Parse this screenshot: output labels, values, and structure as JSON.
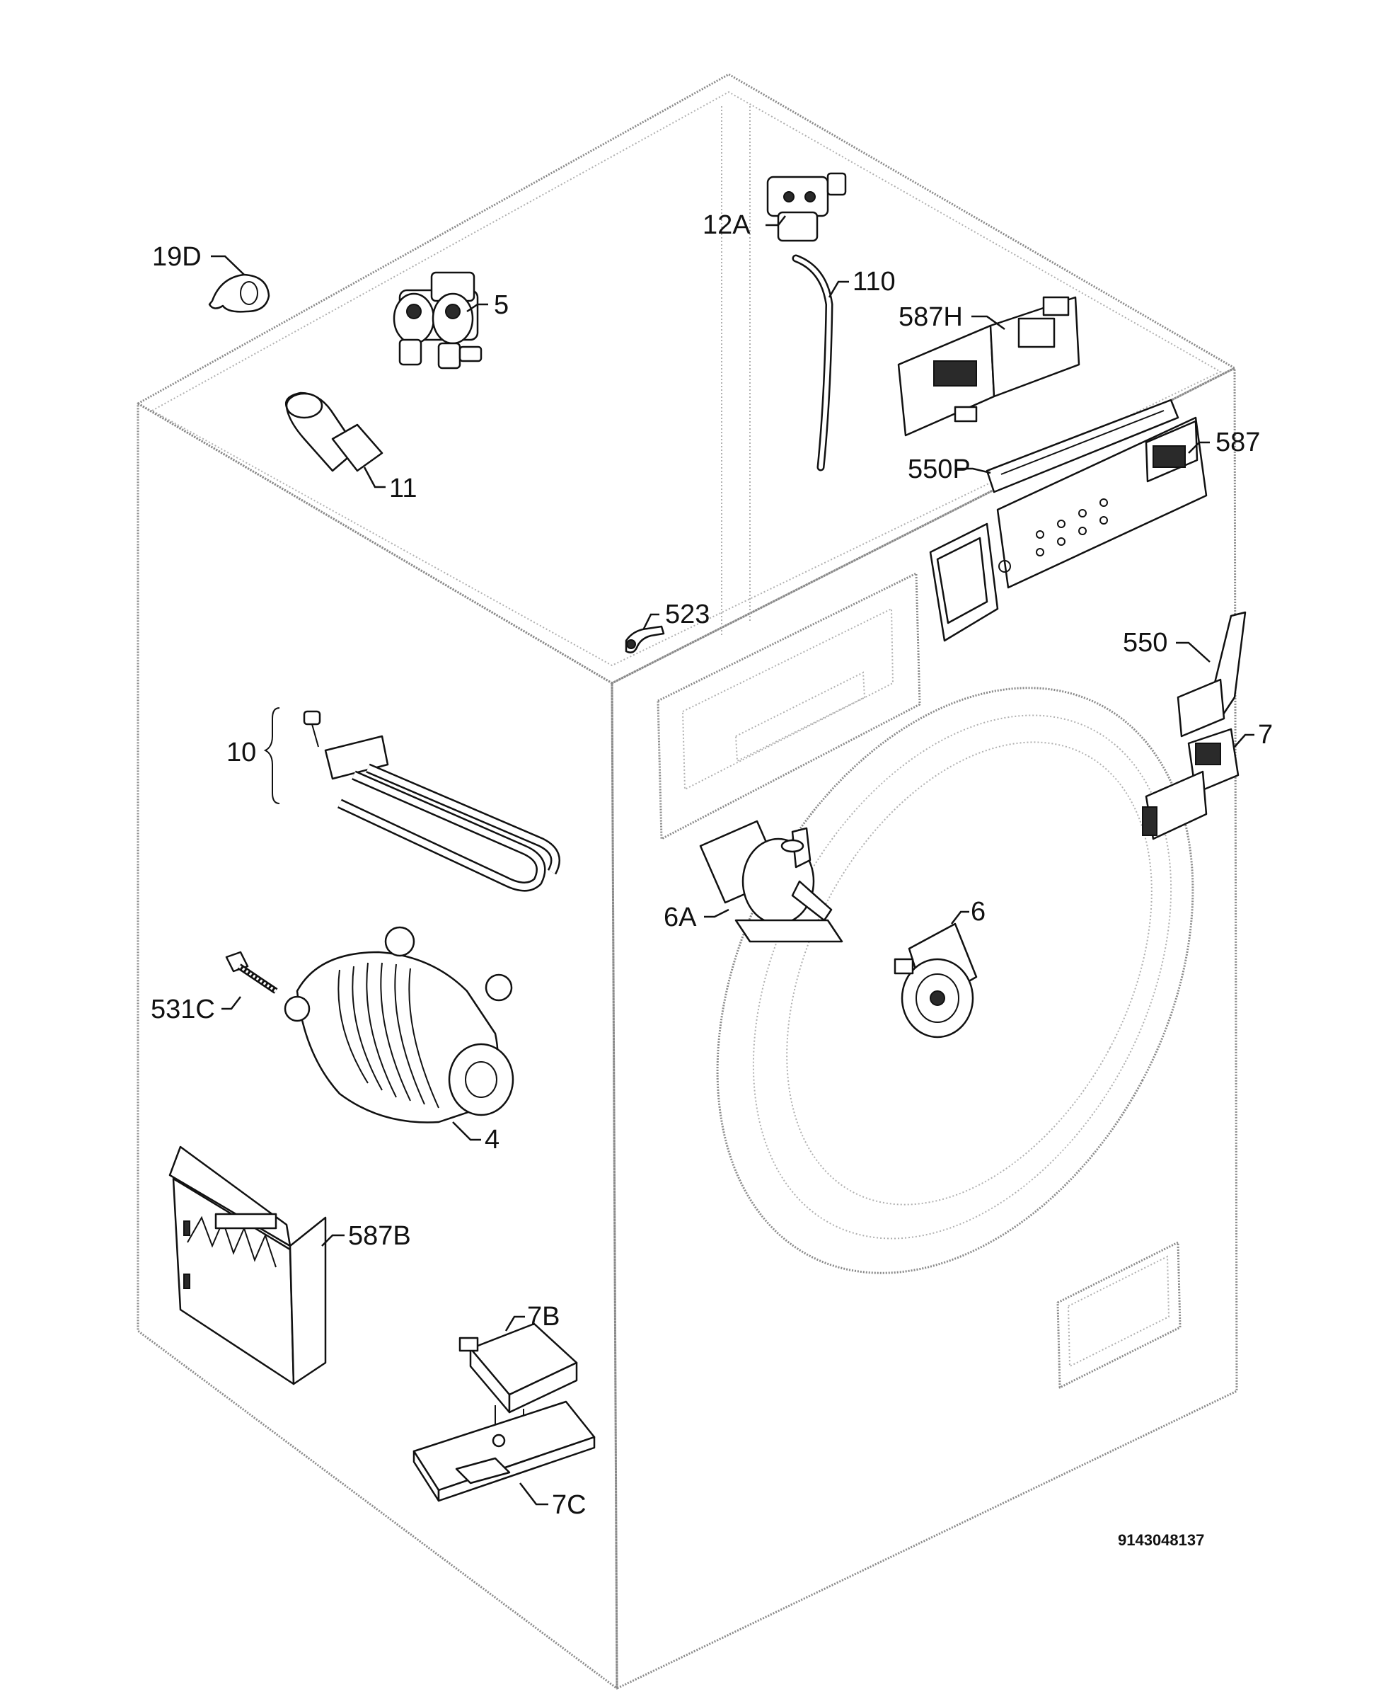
{
  "labels": {
    "19D": "19D",
    "5": "5",
    "11": "11",
    "12A": "12A",
    "110": "110",
    "587H": "587H",
    "587": "587",
    "550P": "550P",
    "523": "523",
    "550": "550",
    "7": "7",
    "10": "10",
    "6A": "6A",
    "6": "6",
    "531C": "531C",
    "4": "4",
    "587B": "587B",
    "7B": "7B",
    "7C": "7C"
  },
  "diagram_code": "9143048137"
}
